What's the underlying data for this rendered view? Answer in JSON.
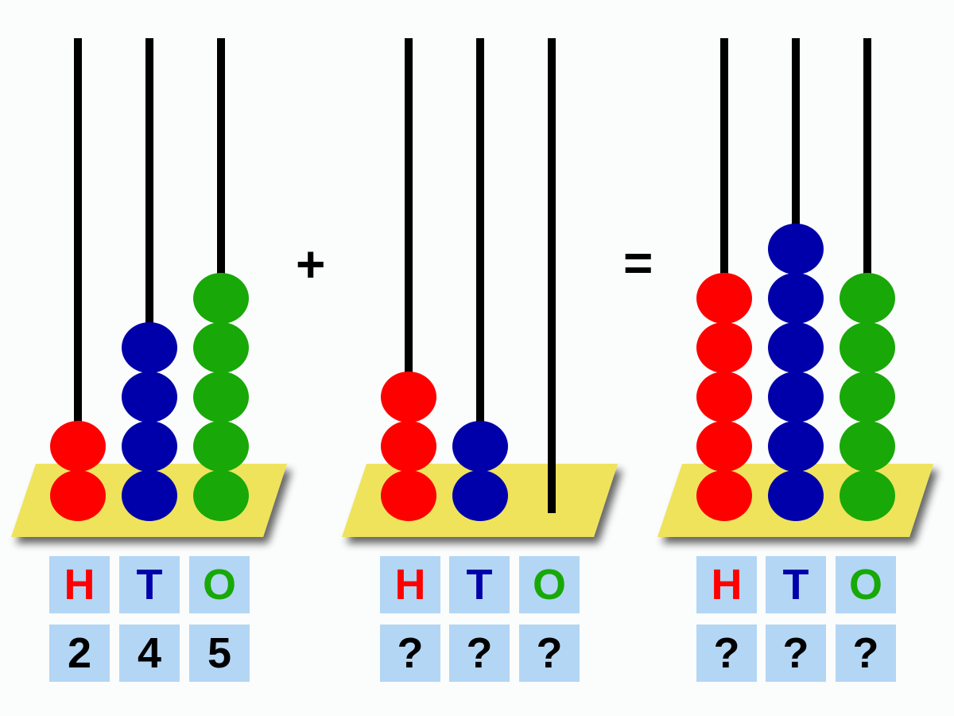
{
  "colors": {
    "hundreds": "#ff0000",
    "tens": "#0000aa",
    "ones": "#18a808",
    "base": "#efe35c",
    "rod": "#000000",
    "label_box": "#b3d6f4"
  },
  "place_labels": [
    "H",
    "T",
    "O"
  ],
  "abaci": [
    {
      "name": "first-number",
      "beads": [
        2,
        4,
        5
      ],
      "digits": [
        "2",
        "4",
        "5"
      ]
    },
    {
      "name": "second-number",
      "beads": [
        3,
        2,
        0
      ],
      "digits": [
        "?",
        "?",
        "?"
      ]
    },
    {
      "name": "result",
      "beads": [
        5,
        6,
        5
      ],
      "digits": [
        "?",
        "?",
        "?"
      ]
    }
  ],
  "operators": {
    "plus": "+",
    "equals": "="
  }
}
